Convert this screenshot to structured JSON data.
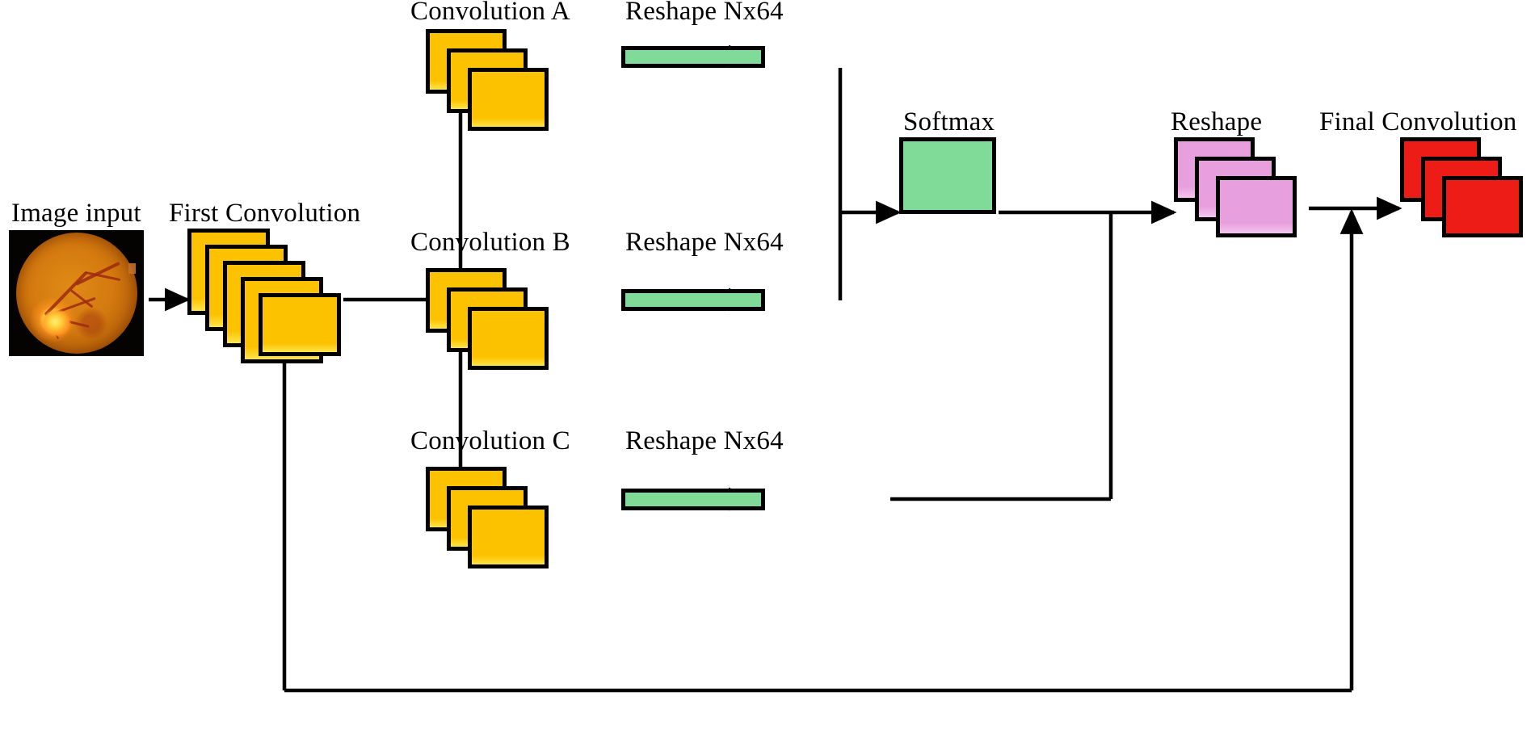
{
  "diagram": {
    "title": "CNN architecture with three parallel convolution branches",
    "background": "#ffffff"
  },
  "colors": {
    "yellow": "#FCC200",
    "yellow_highlight": "#FFE54A",
    "green": "#80DB98",
    "purple": "#E79FDE",
    "purple_highlight": "#F4C5EF",
    "red": "#ED1C16",
    "stroke": "#000000",
    "text": "#000000"
  },
  "labels": {
    "image_input": "Image input",
    "first_convolution": "First Convolution",
    "convolution_a": "Convolution A",
    "convolution_b": "Convolution B",
    "convolution_c": "Convolution C",
    "reshape_a": "Reshape Nx64",
    "reshape_b": "Reshape Nx64",
    "reshape_c": "Reshape Nx64",
    "softmax": "Softmax",
    "reshape": "Reshape",
    "final_convolution": "Final Convolution"
  },
  "nodes": [
    {
      "id": "image-input",
      "label": "Image input",
      "kind": "image",
      "color": "#050202",
      "cards": 1
    },
    {
      "id": "first-convolution",
      "label": "First Convolution",
      "kind": "card-stack",
      "color": "#FCC200",
      "cards": 5
    },
    {
      "id": "convolution-a",
      "label": "Convolution A",
      "kind": "card-stack",
      "color": "#FCC200",
      "cards": 3
    },
    {
      "id": "convolution-b",
      "label": "Convolution B",
      "kind": "card-stack",
      "color": "#FCC200",
      "cards": 3
    },
    {
      "id": "convolution-c",
      "label": "Convolution C",
      "kind": "card-stack",
      "color": "#FCC200",
      "cards": 3
    },
    {
      "id": "reshape-a",
      "label": "Reshape Nx64",
      "kind": "flat-bar",
      "color": "#80DB98",
      "cards": 1
    },
    {
      "id": "reshape-b",
      "label": "Reshape Nx64",
      "kind": "flat-bar",
      "color": "#80DB98",
      "cards": 1
    },
    {
      "id": "reshape-c",
      "label": "Reshape Nx64",
      "kind": "flat-bar",
      "color": "#80DB98",
      "cards": 1
    },
    {
      "id": "softmax",
      "label": "Softmax",
      "kind": "square",
      "color": "#80DB98",
      "cards": 1
    },
    {
      "id": "reshape",
      "label": "Reshape",
      "kind": "card-stack",
      "color": "#E79FDE",
      "cards": 3
    },
    {
      "id": "final-convolution",
      "label": "Final Convolution",
      "kind": "card-stack",
      "color": "#ED1C16",
      "cards": 3
    }
  ],
  "edges": [
    {
      "from": "image-input",
      "to": "first-convolution",
      "arrow": true
    },
    {
      "from": "first-convolution",
      "to": "branch-bus",
      "arrow": false
    },
    {
      "from": "branch-bus",
      "to": "convolution-a",
      "arrow": true
    },
    {
      "from": "branch-bus",
      "to": "convolution-b",
      "arrow": true
    },
    {
      "from": "branch-bus",
      "to": "convolution-c",
      "arrow": true
    },
    {
      "from": "convolution-a",
      "to": "reshape-a",
      "arrow": true
    },
    {
      "from": "convolution-b",
      "to": "reshape-b",
      "arrow": true
    },
    {
      "from": "convolution-c",
      "to": "reshape-c",
      "arrow": true
    },
    {
      "from": "reshape-a",
      "to": "softmax",
      "arrow": true
    },
    {
      "from": "reshape-b",
      "to": "softmax",
      "arrow": true
    },
    {
      "from": "softmax",
      "to": "reshape",
      "arrow": true
    },
    {
      "from": "reshape-c",
      "to": "reshape",
      "arrow": false
    },
    {
      "from": "reshape",
      "to": "final-convolution",
      "arrow": true
    },
    {
      "from": "first-convolution",
      "to": "final-convolution",
      "arrow": true,
      "style": "skip-connection"
    }
  ]
}
